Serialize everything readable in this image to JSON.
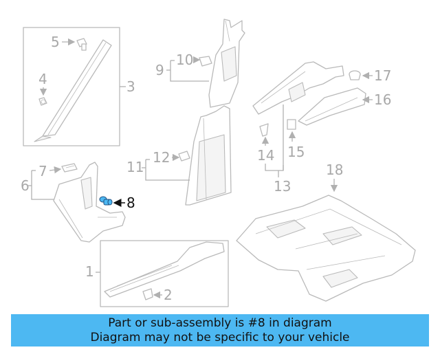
{
  "callouts": {
    "c1": "1",
    "c2": "2",
    "c3": "3",
    "c4": "4",
    "c5": "5",
    "c6": "6",
    "c7": "7",
    "c8": "8",
    "c9": "9",
    "c10": "10",
    "c11": "11",
    "c12": "12",
    "c13": "13",
    "c14": "14",
    "c15": "15",
    "c16": "16",
    "c17": "17",
    "c18": "18"
  },
  "highlight": {
    "part_number": "8",
    "color": "#4db8f2"
  },
  "banner": {
    "line1": "Part or sub-assembly is #8 in diagram",
    "line2": "Diagram may not be specific to your vehicle",
    "background": "#4db8f2"
  }
}
